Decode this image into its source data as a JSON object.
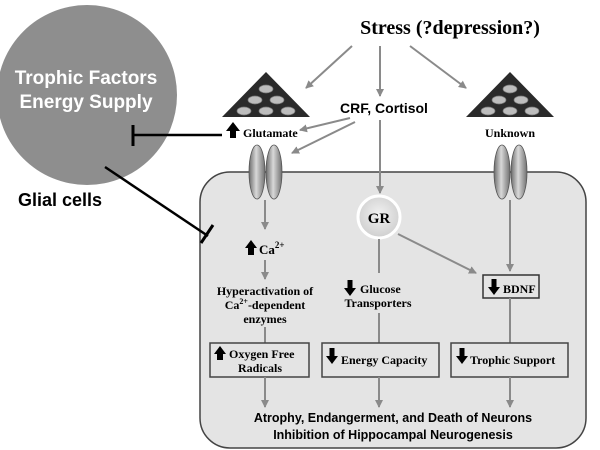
{
  "stress_title": "Stress (?depression?)",
  "crf_cortisol": "CRF, Cortisol",
  "trophic_line1": "Trophic Factors",
  "trophic_line2": "Energy Supply",
  "glial_cells": "Glial cells",
  "glutamate": "Glutamate",
  "unknown": "Unknown",
  "gr": "GR",
  "ca_label": "Ca",
  "ca_sup": "2+",
  "hyper_line1": "Hyperactivation of",
  "hyper_line2_pre": "Ca",
  "hyper_line2_sup": "2+",
  "hyper_line2_post": "-dependent",
  "hyper_line3": "enzymes",
  "glucose_line1": "Glucose",
  "glucose_line2": "Transporters",
  "bdnf": "BDNF",
  "oxygen_line1": "Oxygen Free",
  "oxygen_line2": "Radicals",
  "energy_capacity": "Energy Capacity",
  "trophic_support": "Trophic Support",
  "bottom_line1": "Atrophy, Endangerment, and Death of Neurons",
  "bottom_line2": "Inhibition of Hippocampal Neurogenesis",
  "colors": {
    "cell_fill": "#e4e4e4",
    "glial_fill": "#8e8e8e",
    "arrow": "#8a8a8a",
    "black": "#000000"
  }
}
